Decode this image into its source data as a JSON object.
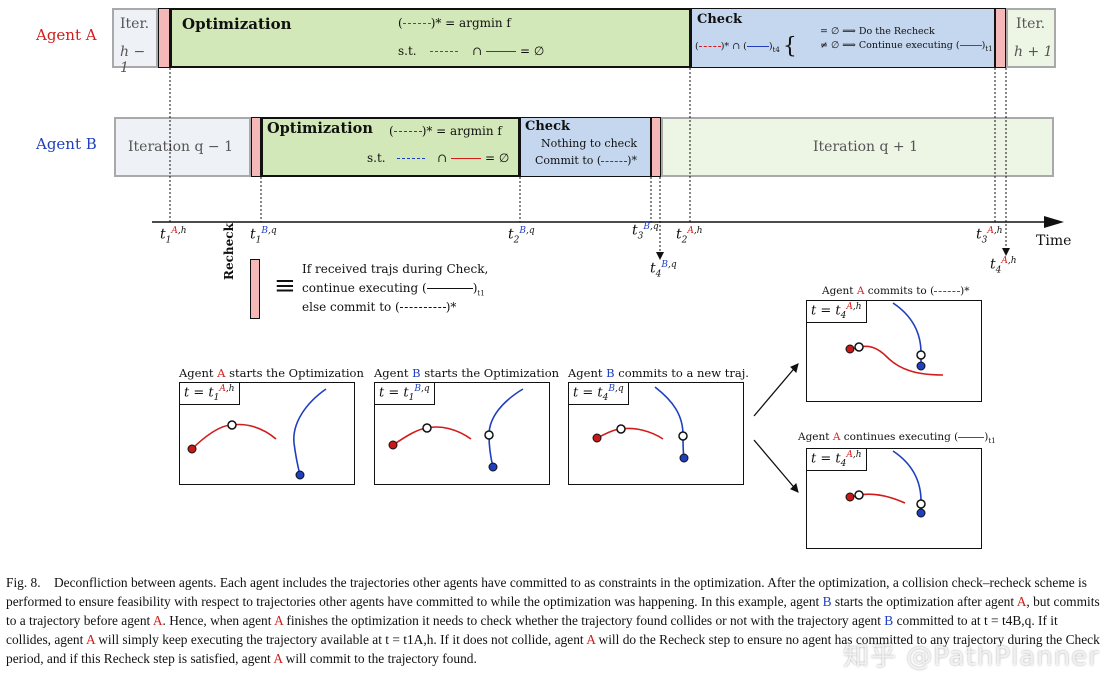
{
  "agents": {
    "a_label": "Agent A",
    "b_label": "Agent B"
  },
  "row_a": {
    "iter_prev": "Iter.",
    "iter_prev_sub": "h − 1",
    "opt_title": "Optimization",
    "opt_eq1": ")* = argmin f",
    "opt_eq2_st": "s.t.",
    "opt_eq2_tail": "= ∅",
    "check_title": "Check",
    "check_case1": "= ∅ ⟹ Do the Recheck",
    "check_case2": "≠ ∅ ⟹ Continue executing (",
    "iter_next": "Iter.",
    "iter_next_sub": "h + 1"
  },
  "row_b": {
    "iter_prev": "Iteration q − 1",
    "opt_title": "Optimization",
    "opt_eq1": ")* = argmin f",
    "opt_eq2_st": "s.t.",
    "opt_eq2_tail": "= ∅",
    "check_title": "Check",
    "check_line1": "Nothing to check",
    "check_line2": "Commit to (",
    "iter_next": "Iteration q + 1"
  },
  "timeline": {
    "axis_label": "Time",
    "ticks": [
      "t1A,h",
      "t1B,q",
      "t2B,q",
      "t3B,q",
      "t2A,h",
      "t3A,h",
      "t4B,q",
      "t4A,h"
    ]
  },
  "legend": {
    "title": "Recheck",
    "line1": "If received trajs during Check,",
    "line2": "continue executing (",
    "line3": "else commit to ("
  },
  "panels": {
    "p1_title_a": "Agent ",
    "p1_title_agent": "A",
    "p1_title_b": " starts the Optimization",
    "p2_title_a": "Agent ",
    "p2_title_agent": "B",
    "p2_title_b": " starts the Optimization",
    "p3_title_a": "Agent ",
    "p3_title_agent": "B",
    "p3_title_b": " commits to a new traj.",
    "p4_title_a": "Agent ",
    "p4_title_agent": "A",
    "p4_title_b": " commits to (",
    "p5_title_a": "Agent ",
    "p5_title_agent": "A",
    "p5_title_b": " continues executing (",
    "t_eq": "t = t"
  },
  "caption": {
    "fig": "Fig. 8.",
    "text1": "Deconfliction between agents. Each agent includes the trajectories other agents have committed to as constraints in the optimization. After the optimization, a collision check–recheck scheme is performed to ensure feasibility with respect to trajectories other agents have committed to while the optimization was happening. In this example, agent ",
    "b1": "B",
    "text2": " starts the optimization after agent ",
    "a1": "A",
    "text3": ", but commits to a trajectory before agent ",
    "a2": "A",
    "text4": ". Hence, when agent ",
    "a3": "A",
    "text5": " finishes the optimization it needs to check whether the trajectory found collides or not with the trajectory agent ",
    "b2": "B",
    "text6": " committed to at t = t4B,q. If it collides, agent ",
    "a4": "A",
    "text7": " will simply keep executing the trajectory available at t = t1A,h. If it does not collide, agent ",
    "a5": "A",
    "text8": " will do the Recheck step to ensure no agent has committed to any trajectory during the Check period, and if this Recheck step is satisfied, agent ",
    "a6": "A",
    "text9": " will commit to the trajectory found."
  },
  "watermark": "知乎 @PathPlanner",
  "colors": {
    "red": "#d21c1c",
    "blue": "#1f3fbf",
    "opt_green": "#d3e8b8",
    "check_blue": "#c5d7ef",
    "iter_gray": "#e8ecf3",
    "recheck_pink": "#f5b8b8"
  }
}
